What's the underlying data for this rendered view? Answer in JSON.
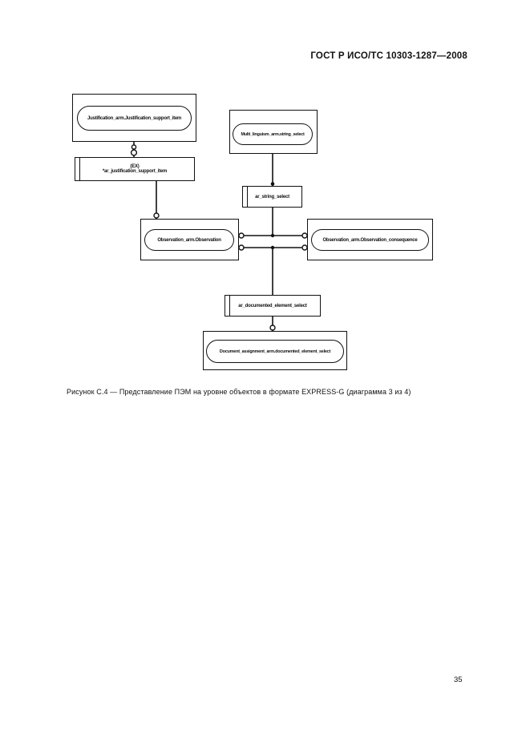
{
  "page": {
    "header": "ГОСТ Р ИСО/ТС 10303-1287—2008",
    "caption": "Рисунок С.4 — Представление ПЭМ на уровне объектов в формате EXPRESS-G (диаграмма 3 из 4)",
    "page_number": "35"
  },
  "diagram": {
    "type": "express-g-arm-diagram",
    "nodes": {
      "justification_ref": {
        "shape": "interschema-reference",
        "label": "Justification_arm.Justification_support_item"
      },
      "multi_linguism_ref": {
        "shape": "interschema-reference",
        "label": "Multi_linguism_arm.string_select"
      },
      "justification_select": {
        "shape": "select-type",
        "line1": "(EX)",
        "line2": "*ar_justification_support_item"
      },
      "string_select": {
        "shape": "select-type",
        "label": "ar_string_select"
      },
      "observation_ref": {
        "shape": "interschema-reference",
        "label": "Observation_arm.Observation"
      },
      "observation_consequence_ref": {
        "shape": "interschema-reference",
        "label": "Observation_arm.Observation_consequence"
      },
      "documented_element_select": {
        "shape": "select-type",
        "label": "ar_documented_element_select"
      },
      "document_assignment_ref": {
        "shape": "interschema-reference",
        "label": "Document_assignment_arm.documented_element_select"
      }
    },
    "line_color": "#111111",
    "background": "#ffffff"
  }
}
